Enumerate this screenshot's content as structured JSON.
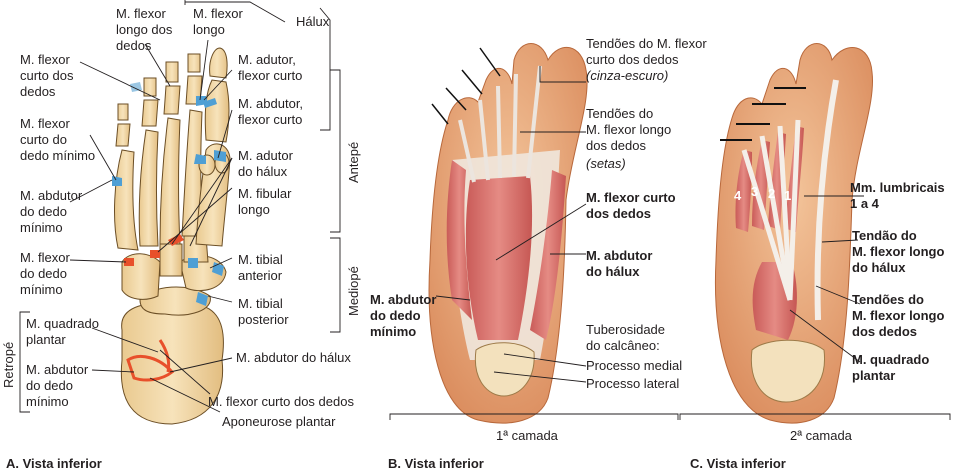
{
  "panels": {
    "a": {
      "title": "A. Vista inferior"
    },
    "b": {
      "title": "B. Vista inferior",
      "layer": "1ª camada"
    },
    "c": {
      "title": "C. Vista inferior",
      "layer": "2ª camada"
    }
  },
  "regions": {
    "halux": "Hálux",
    "antepe": "Antepé",
    "mediope": "Mediopé",
    "retrope": "Retropé"
  },
  "labels_a": {
    "flexor_curto_dedos": "M. flexor\ncurto dos\ndedos",
    "flexor_longo_dedos": "M. flexor\nlongo dos\ndedos",
    "flexor_longo": "M. flexor\nlongo",
    "adutor_flexor_curto": "M. adutor,\nflexor curto",
    "abdutor_flexor_curto": "M. abdutor,\nflexor curto",
    "flexor_curto_minimo": "M. flexor\ncurto do\ndedo mínimo",
    "adutor_halux": "M. adutor\ndo hálux",
    "fibular_longo": "M. fibular\nlongo",
    "abdutor_minimo": "M. abdutor\ndo dedo\nmínimo",
    "flexor_minimo": "M. flexor\ndo dedo\nmínimo",
    "tibial_anterior": "M. tibial\nanterior",
    "tibial_posterior": "M. tibial\nposterior",
    "quadrado_plantar": "M. quadrado\nplantar",
    "abdutor_minimo_2": "M. abdutor\ndo dedo\nmínimo",
    "abdutor_halux": "M. abdutor do hálux",
    "flexor_curto_dos_dedos": "M. flexor curto dos dedos",
    "aponeurose": "Aponeurose plantar"
  },
  "labels_b": {
    "tendoes_flexor_curto": "Tendões do M. flexor\ncurto dos dedos",
    "cinza_escuro": "(cinza-escuro)",
    "tendoes_flexor_longo": "Tendões do\nM. flexor longo\ndos dedos",
    "setas": "(setas)",
    "flexor_curto_dedos": "M. flexor curto\ndos dedos",
    "abdutor_halux": "M. abdutor\ndo hálux",
    "abdutor_minimo": "M. abdutor\ndo dedo\nmínimo",
    "tuberosidade": "Tuberosidade\ndo calcâneo:",
    "processo_medial": "Processo medial",
    "processo_lateral": "Processo lateral"
  },
  "labels_c": {
    "lumbricais": "Mm. lumbricais\n1 a 4",
    "tendao_flexor_longo_halux": "Tendão do\nM. flexor longo\ndo hálux",
    "tendoes_flexor_longo_dedos": "Tendões do\nM. flexor longo\ndos dedos",
    "quadrado_plantar": "M. quadrado\nplantar",
    "n4": "4",
    "n3": "3",
    "n2": "2",
    "n1": "1"
  },
  "colors": {
    "bone": "#f1d9a8",
    "bone_edge": "#7a5c2e",
    "skin": "#e8a06e",
    "skin_light": "#f6c9a2",
    "muscle": "#d96f6a",
    "tendon": "#f1ece6",
    "origin": "#e8502b",
    "insertion": "#5aa8d8",
    "cartilage": "#a9d3ea"
  }
}
